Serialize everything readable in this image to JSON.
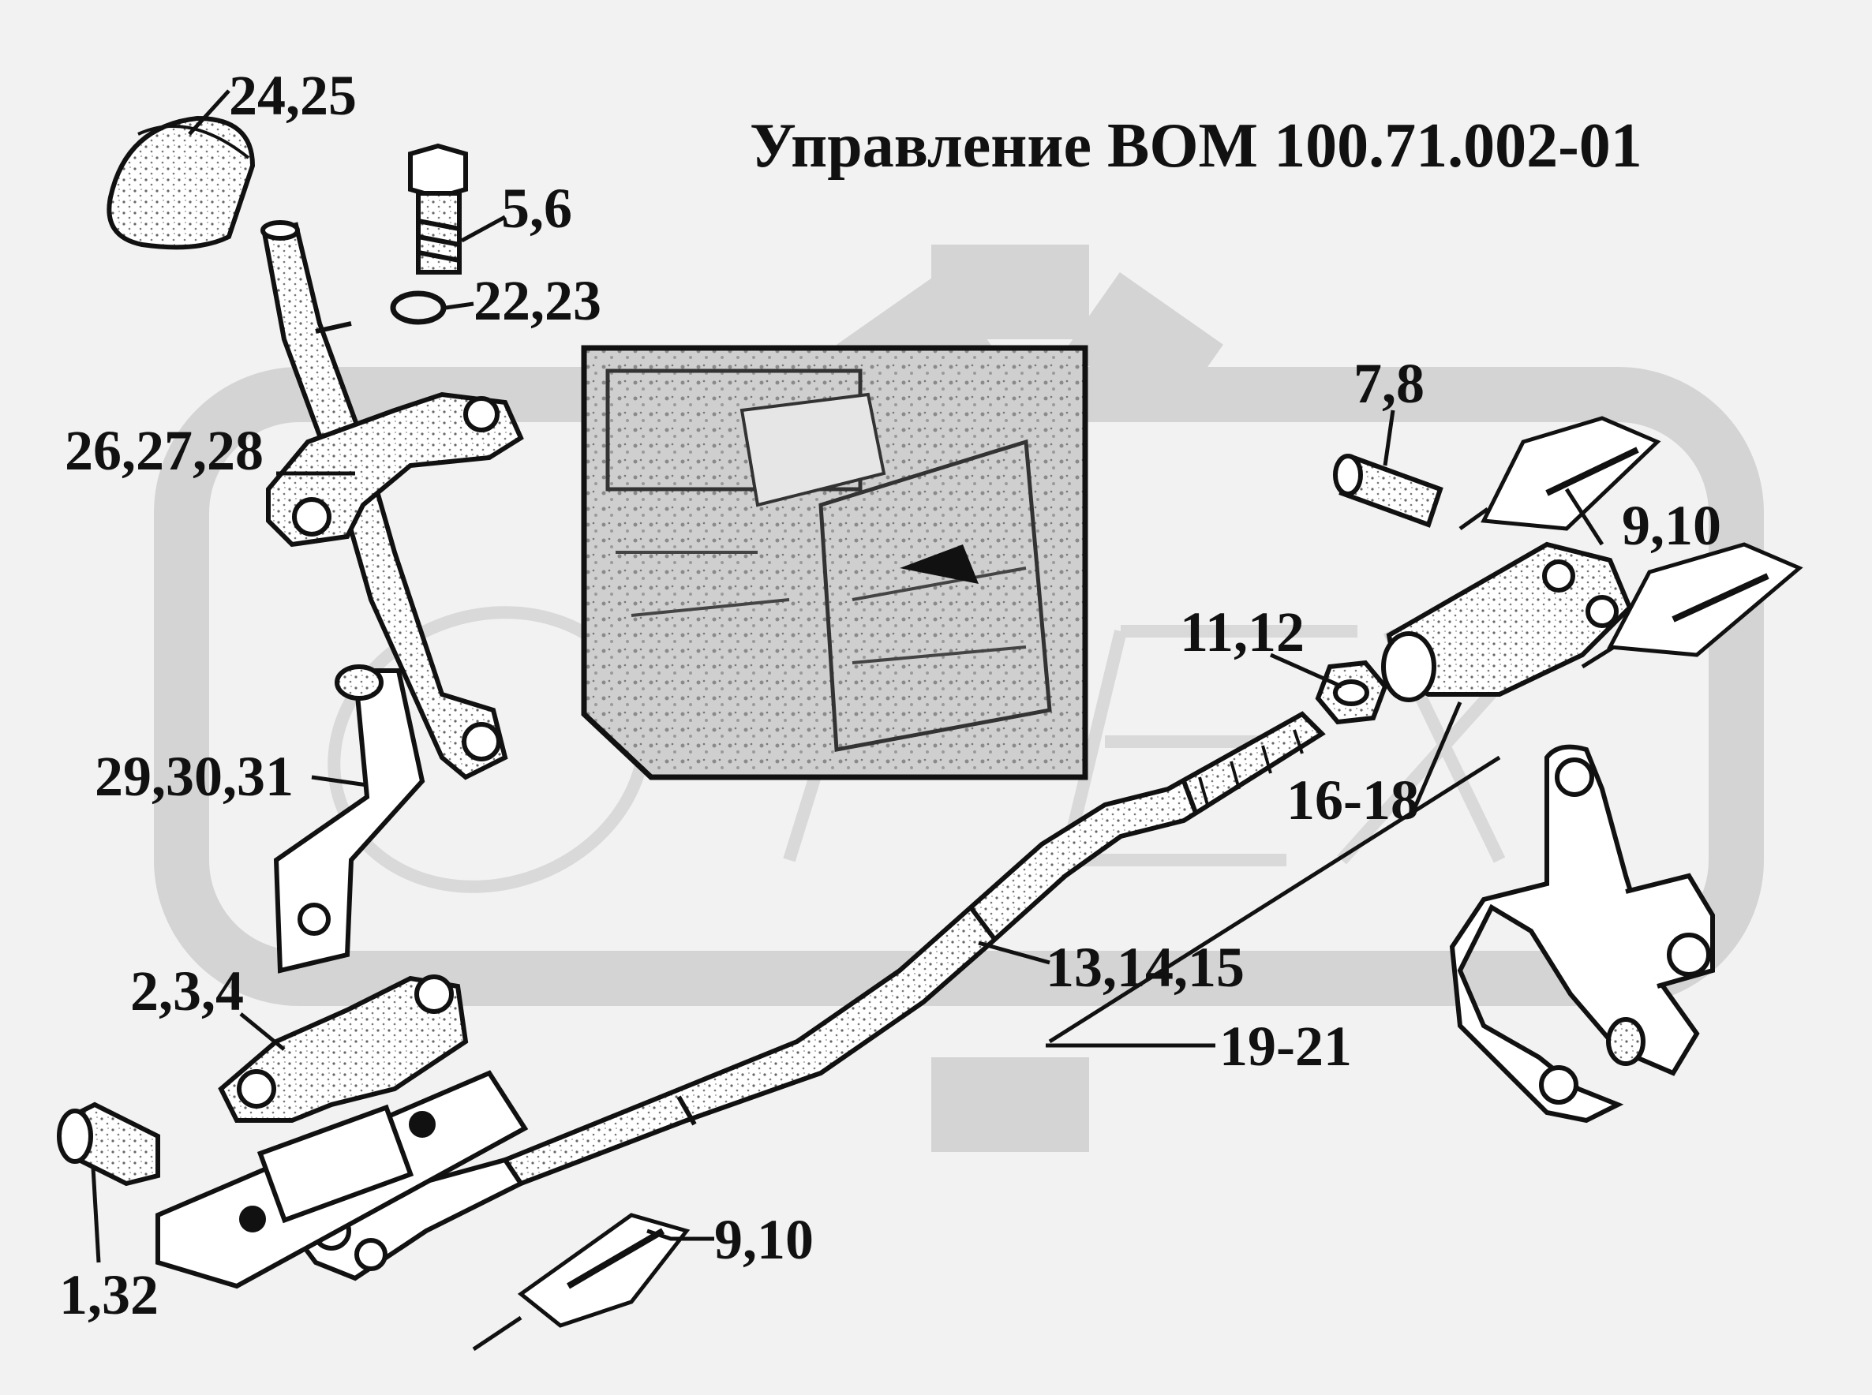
{
  "diagram": {
    "title": "Управление ВОМ 100.71.002-01",
    "watermark": "ОТЕХ",
    "colors": {
      "background": "#f2f2f2",
      "line": "#111111",
      "watermark": "#d4d4d4"
    },
    "labels": {
      "l_24_25": "24,25",
      "l_5_6": "5,6",
      "l_22_23": "22,23",
      "l_26_27_28": "26,27,28",
      "l_7_8": "7,8",
      "l_9_10_top": "9,10",
      "l_11_12": "11,12",
      "l_29_30_31": "29,30,31",
      "l_16_18": "16-18",
      "l_13_14_15": "13,14,15",
      "l_2_3_4": "2,3,4",
      "l_19_21": "19-21",
      "l_9_10_bottom": "9,10",
      "l_1_32": "1,32"
    }
  }
}
